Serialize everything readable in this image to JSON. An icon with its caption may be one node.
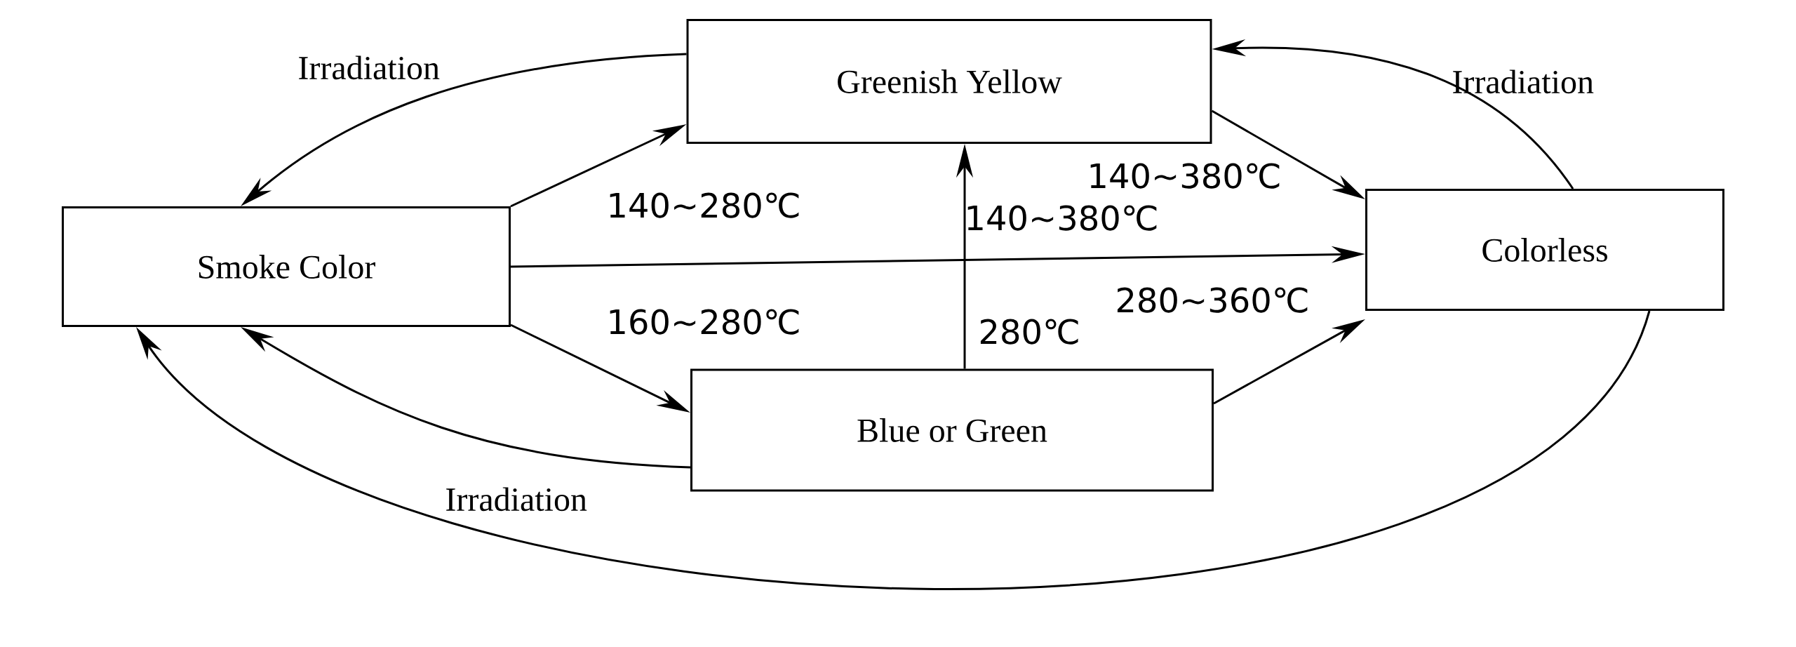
{
  "diagram": {
    "nodes": [
      {
        "text": [
          "Greenish Yellow"
        ]
      },
      {
        "text": [
          "Smoke Color"
        ]
      },
      {
        "text": [
          "Colorless"
        ]
      },
      {
        "text": [
          "Blue or Green"
        ]
      }
    ],
    "edges": [
      {
        "from": 0,
        "to": 1,
        "arrow": "to",
        "label": "Irradiation"
      },
      {
        "from": 1,
        "to": 0,
        "arrow": "to",
        "label": "140~280℃"
      },
      {
        "from": 1,
        "to": 2,
        "arrow": "to",
        "label": "140~380℃"
      },
      {
        "from": 1,
        "to": 3,
        "arrow": "to",
        "label": "160~280℃"
      },
      {
        "from": 3,
        "to": 0,
        "arrow": "to",
        "label": "280℃"
      },
      {
        "from": 0,
        "to": 2,
        "arrow": "to",
        "label": "140~380℃"
      },
      {
        "from": 3,
        "to": 2,
        "arrow": "to",
        "label": "280~360℃"
      },
      {
        "from": 2,
        "to": 0,
        "arrow": "to",
        "label": "Irradiation"
      },
      {
        "from": 3,
        "to": 1,
        "arrow": "to",
        "label": "Irradiation"
      },
      {
        "from": 2,
        "to": 1,
        "arrow": "to"
      }
    ]
  }
}
